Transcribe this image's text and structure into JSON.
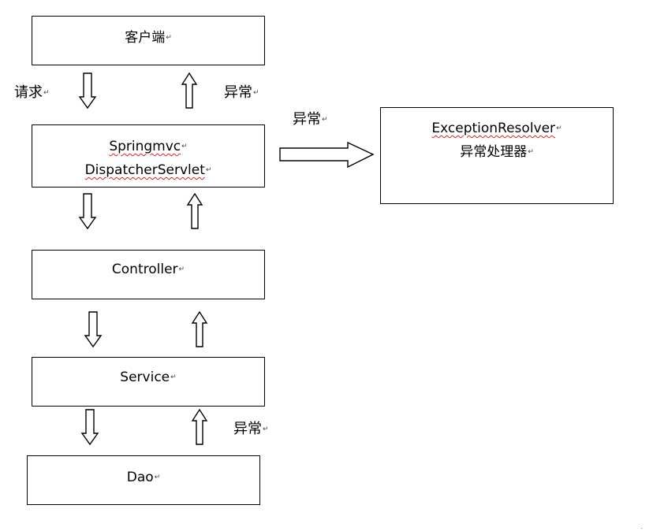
{
  "boxes": {
    "client": "客户端",
    "dispatcher_line1": "Springmvc",
    "dispatcher_line2": "DispatcherServlet",
    "controller": "Controller",
    "service": "Service",
    "dao": "Dao",
    "resolver_line1": "ExceptionResolver",
    "resolver_line2": "异常处理器"
  },
  "labels": {
    "request": "请求",
    "exception_top": "异常",
    "exception_right": "异常",
    "exception_bottom": "异常"
  },
  "para_mark": "↵"
}
